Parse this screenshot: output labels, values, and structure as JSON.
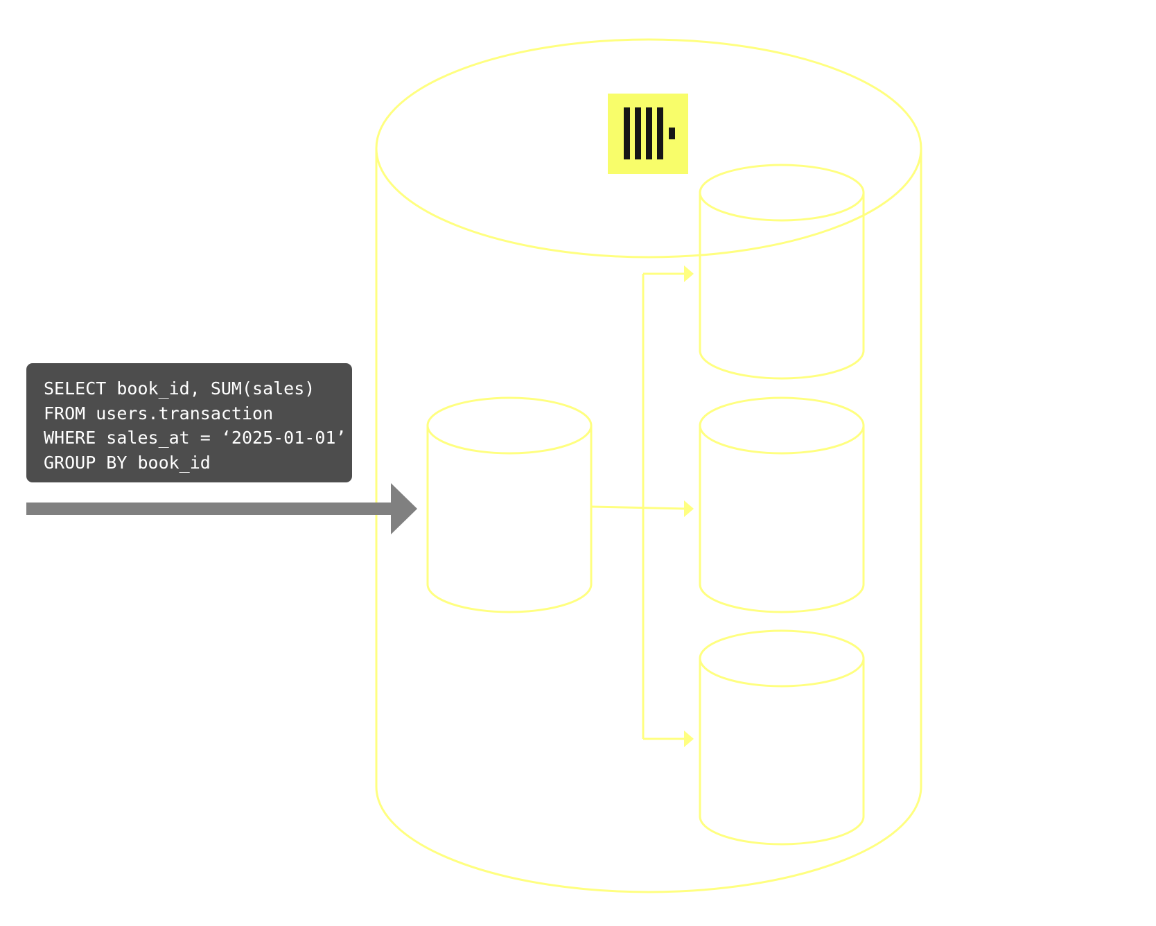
{
  "query": {
    "lines": [
      "SELECT book_id, SUM(sales)",
      "FROM users.transaction",
      "WHERE sales_at = ‘2025-01-01’",
      "GROUP BY book_id"
    ]
  },
  "colors": {
    "outline": "#ffff80",
    "logo_background": "#f8fd6a",
    "logo_bars": "#161616",
    "query_background": "#4d4d4d",
    "query_text": "#ffffff",
    "input_arrow": "#808080"
  },
  "icons": {
    "logo": "clickhouse-logo-icon",
    "input": "arrow-right-icon"
  }
}
